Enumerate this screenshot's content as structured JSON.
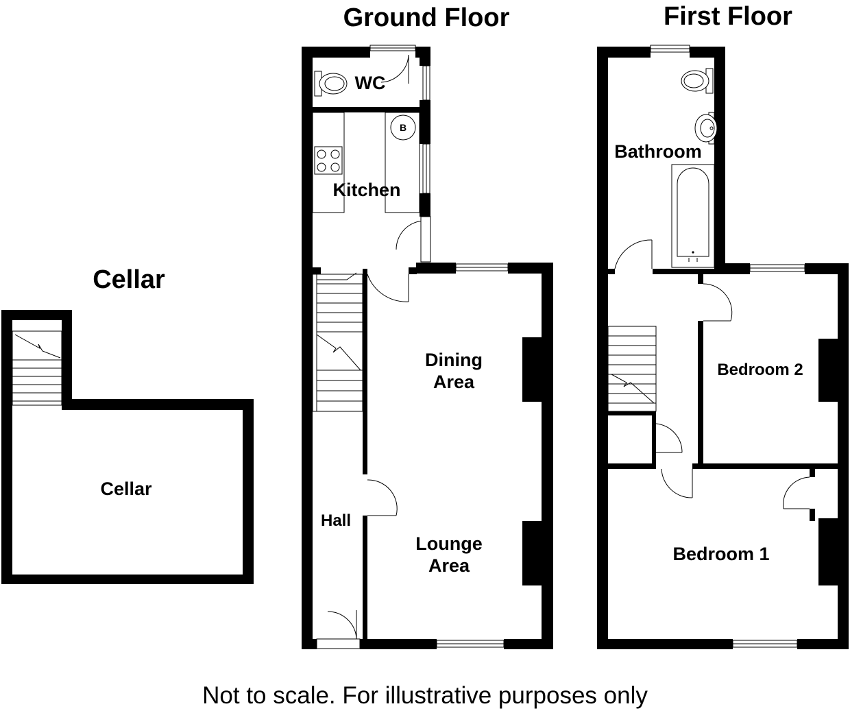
{
  "titles": {
    "ground_floor": "Ground Floor",
    "first_floor": "First Floor",
    "cellar": "Cellar"
  },
  "rooms": {
    "cellar": "Cellar",
    "wc": "WC",
    "kitchen": "Kitchen",
    "boiler": "B",
    "dining_line1": "Dining",
    "dining_line2": "Area",
    "lounge_line1": "Lounge",
    "lounge_line2": "Area",
    "hall": "Hall",
    "bathroom": "Bathroom",
    "bedroom1": "Bedroom 1",
    "bedroom2": "Bedroom 2"
  },
  "disclaimer": "Not to scale. For illustrative purposes only"
}
